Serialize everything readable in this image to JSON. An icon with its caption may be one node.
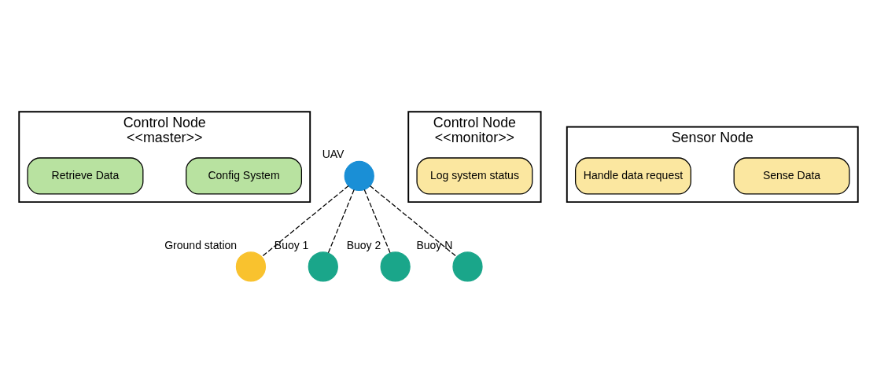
{
  "diagram": {
    "nodes": [
      {
        "text": [
          "Control Node",
          "<<master>>"
        ]
      },
      {
        "text": [
          "Config System"
        ],
        "in": 0
      },
      {
        "text": [
          "Retrieve Data"
        ],
        "in": 0
      },
      {
        "text": [
          "UAV"
        ]
      },
      {
        "text": [
          "Control Node",
          "<<monitor>>"
        ]
      },
      {
        "text": [
          "Log system status"
        ],
        "in": 4
      },
      {
        "text": [
          "Ground station"
        ]
      },
      {
        "text": [
          "Buoy 1"
        ]
      },
      {
        "text": [
          "Buoy 2"
        ]
      },
      {
        "text": [
          "Buoy N"
        ]
      },
      {
        "text": [
          "Sensor Node"
        ]
      },
      {
        "text": [
          "Sense Data"
        ],
        "in": 10
      },
      {
        "text": [
          "Handle data request"
        ],
        "in": 10
      }
    ],
    "edges": [
      {
        "from": 3,
        "to": 6,
        "arrow": "none",
        "style": "dashed"
      },
      {
        "from": 3,
        "to": 7,
        "arrow": "none",
        "style": "dashed"
      },
      {
        "from": 3,
        "to": 8,
        "arrow": "none",
        "style": "dashed"
      },
      {
        "from": 3,
        "to": 9,
        "arrow": "none",
        "style": "dashed"
      }
    ]
  }
}
